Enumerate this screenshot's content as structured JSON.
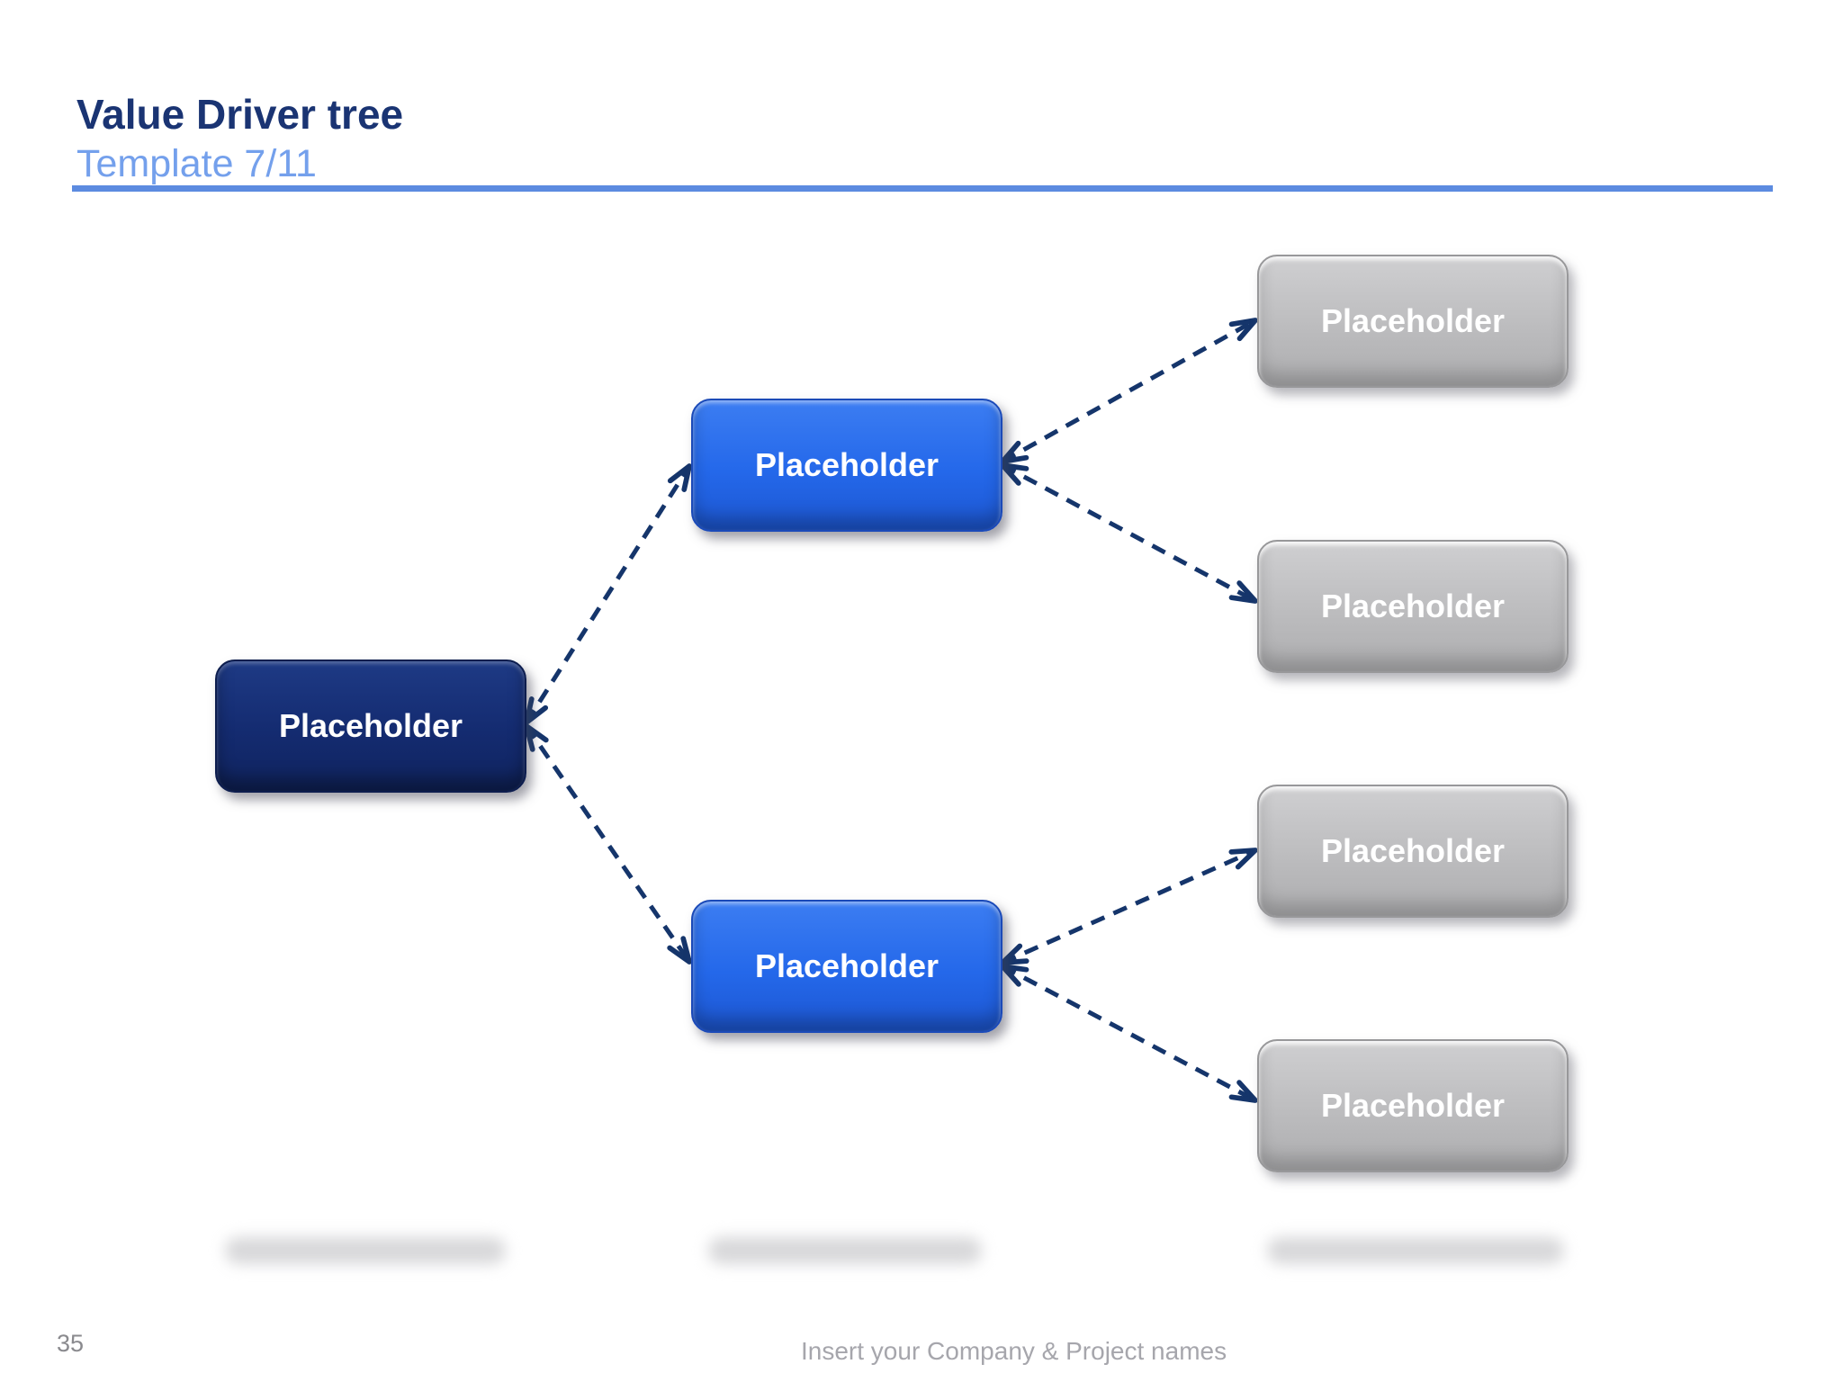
{
  "slide": {
    "title": "Value Driver tree",
    "subtitle": "Template 7/11",
    "page_number": "35",
    "footer": "Insert your Company & Project names"
  },
  "tree": {
    "root": {
      "label": "Placeholder"
    },
    "level2": [
      {
        "label": "Placeholder"
      },
      {
        "label": "Placeholder"
      }
    ],
    "level3": [
      {
        "label": "Placeholder"
      },
      {
        "label": "Placeholder"
      },
      {
        "label": "Placeholder"
      },
      {
        "label": "Placeholder"
      }
    ]
  },
  "colors": {
    "title": "#1a3473",
    "subtitle": "#74a0ec",
    "rule": "#5c8be0",
    "root_box": "#142b70",
    "branch_box": "#2468ea",
    "leaf_box": "#bcbcbe",
    "connector": "#15356b"
  }
}
